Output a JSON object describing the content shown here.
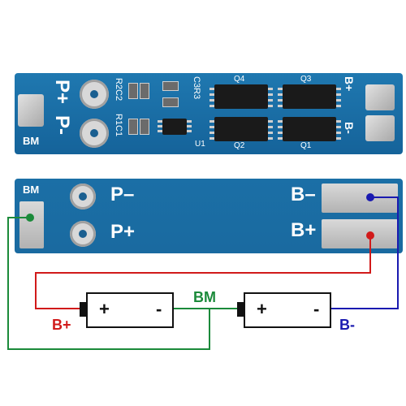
{
  "top_board": {
    "labels": {
      "p_plus": "P+",
      "p_minus": "P-",
      "bm": "BM",
      "b_plus": "B+",
      "b_minus": "B-",
      "r2c2": "R2C2",
      "r1c1": "R1C1",
      "c3r3": "C3R3",
      "u1": "U1",
      "q4": "Q4",
      "q3": "Q3",
      "q2": "Q2",
      "q1": "Q1"
    }
  },
  "bottom_board": {
    "labels": {
      "bm": "BM",
      "p_minus": "P–",
      "p_plus": "P+",
      "b_minus": "B–",
      "b_plus": "B+"
    }
  },
  "wiring": {
    "b_plus_label": "B+",
    "b_minus_label": "B-",
    "bm_label": "BM",
    "colors": {
      "red": "#d11a1a",
      "blue": "#1a1ab0",
      "green": "#1b8a3a"
    }
  },
  "batteries": [
    {
      "plus": "+",
      "minus": "-"
    },
    {
      "plus": "+",
      "minus": "-"
    }
  ]
}
